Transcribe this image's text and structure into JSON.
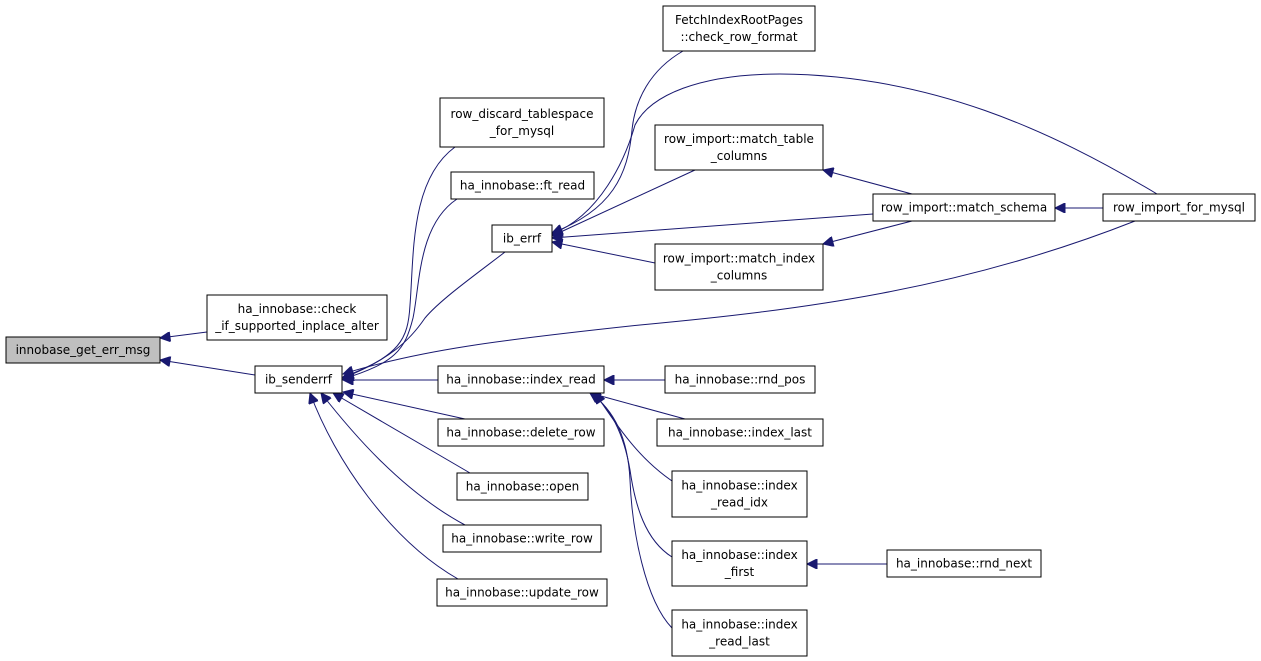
{
  "colors": {
    "node_fill": "#ffffff",
    "node_stroke": "#000000",
    "highlight_fill": "#bfbfbf",
    "edge": "#191970"
  },
  "nodes": {
    "innobase_get_err_msg": {
      "lines": [
        "innobase_get_err_msg"
      ]
    },
    "check_inplace": {
      "lines": [
        "ha_innobase::check",
        "_if_supported_inplace_alter"
      ]
    },
    "ib_senderrf": {
      "lines": [
        "ib_senderrf"
      ]
    },
    "row_discard": {
      "lines": [
        "row_discard_tablespace",
        "_for_mysql"
      ]
    },
    "ft_read": {
      "lines": [
        "ha_innobase::ft_read"
      ]
    },
    "ib_errf": {
      "lines": [
        "ib_errf"
      ]
    },
    "fetch_index": {
      "lines": [
        "FetchIndexRootPages",
        "::check_row_format"
      ]
    },
    "match_table": {
      "lines": [
        "row_import::match_table",
        "_columns"
      ]
    },
    "match_schema": {
      "lines": [
        "row_import::match_schema"
      ]
    },
    "row_import_for_mysql": {
      "lines": [
        "row_import_for_mysql"
      ]
    },
    "match_index": {
      "lines": [
        "row_import::match_index",
        "_columns"
      ]
    },
    "index_read": {
      "lines": [
        "ha_innobase::index_read"
      ]
    },
    "rnd_pos": {
      "lines": [
        "ha_innobase::rnd_pos"
      ]
    },
    "index_last": {
      "lines": [
        "ha_innobase::index_last"
      ]
    },
    "index_read_idx": {
      "lines": [
        "ha_innobase::index",
        "_read_idx"
      ]
    },
    "index_first": {
      "lines": [
        "ha_innobase::index",
        "_first"
      ]
    },
    "rnd_next": {
      "lines": [
        "ha_innobase::rnd_next"
      ]
    },
    "index_read_last": {
      "lines": [
        "ha_innobase::index",
        "_read_last"
      ]
    },
    "delete_row": {
      "lines": [
        "ha_innobase::delete_row"
      ]
    },
    "open": {
      "lines": [
        "ha_innobase::open"
      ]
    },
    "write_row": {
      "lines": [
        "ha_innobase::write_row"
      ]
    },
    "update_row": {
      "lines": [
        "ha_innobase::update_row"
      ]
    }
  },
  "edges": [
    {
      "from": "check_inplace",
      "to": "innobase_get_err_msg"
    },
    {
      "from": "ib_senderrf",
      "to": "innobase_get_err_msg"
    },
    {
      "from": "row_discard",
      "to": "ib_senderrf"
    },
    {
      "from": "ft_read",
      "to": "ib_senderrf"
    },
    {
      "from": "ib_errf",
      "to": "ib_senderrf"
    },
    {
      "from": "row_import_for_mysql",
      "to": "ib_senderrf"
    },
    {
      "from": "index_read",
      "to": "ib_senderrf"
    },
    {
      "from": "delete_row",
      "to": "ib_senderrf"
    },
    {
      "from": "open",
      "to": "ib_senderrf"
    },
    {
      "from": "write_row",
      "to": "ib_senderrf"
    },
    {
      "from": "update_row",
      "to": "ib_senderrf"
    },
    {
      "from": "fetch_index",
      "to": "ib_errf"
    },
    {
      "from": "row_import_for_mysql",
      "to": "ib_errf"
    },
    {
      "from": "match_table",
      "to": "ib_errf"
    },
    {
      "from": "match_schema",
      "to": "ib_errf"
    },
    {
      "from": "match_index",
      "to": "ib_errf"
    },
    {
      "from": "match_schema",
      "to": "match_table"
    },
    {
      "from": "match_schema",
      "to": "match_index"
    },
    {
      "from": "row_import_for_mysql",
      "to": "match_schema"
    },
    {
      "from": "rnd_pos",
      "to": "index_read"
    },
    {
      "from": "index_last",
      "to": "index_read"
    },
    {
      "from": "index_read_idx",
      "to": "index_read"
    },
    {
      "from": "index_first",
      "to": "index_read"
    },
    {
      "from": "index_read_last",
      "to": "index_read"
    },
    {
      "from": "rnd_next",
      "to": "index_first"
    }
  ]
}
